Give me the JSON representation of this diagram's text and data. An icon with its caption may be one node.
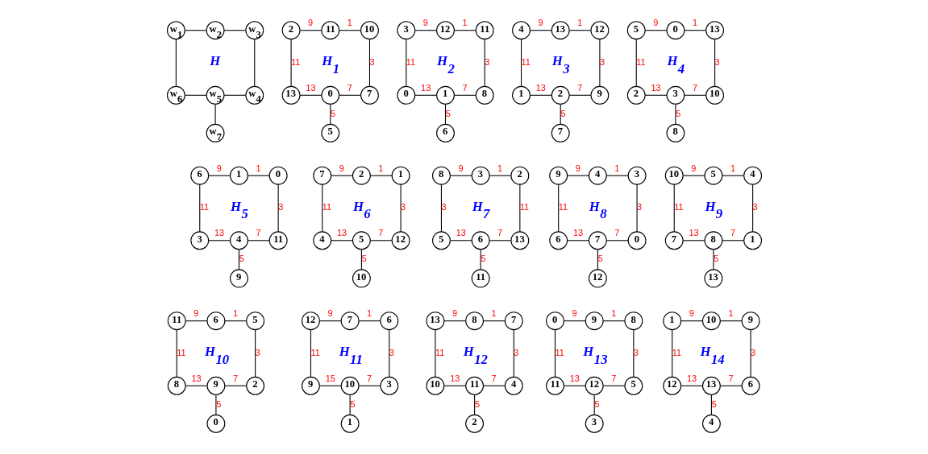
{
  "diagram": {
    "nodes": [
      {
        "text": [
          "w$_{1}$"
        ]
      },
      {
        "text": [
          "w$_{2}$"
        ]
      },
      {
        "text": [
          "w$_{3}$"
        ]
      },
      {
        "text": [
          "w$_{6}$"
        ]
      },
      {
        "text": [
          "w$_{5}$"
        ]
      },
      {
        "text": [
          "w$_{4}$"
        ]
      },
      {
        "text": [
          "w$_{7}$"
        ]
      },
      {
        "text": [
          "2"
        ]
      },
      {
        "text": [
          "11"
        ]
      },
      {
        "text": [
          "10"
        ]
      },
      {
        "text": [
          "13"
        ]
      },
      {
        "text": [
          "0"
        ]
      },
      {
        "text": [
          "7"
        ]
      },
      {
        "text": [
          "5"
        ]
      },
      {
        "text": [
          "3"
        ]
      },
      {
        "text": [
          "12"
        ]
      },
      {
        "text": [
          "11"
        ]
      },
      {
        "text": [
          "0"
        ]
      },
      {
        "text": [
          "1"
        ]
      },
      {
        "text": [
          "8"
        ]
      },
      {
        "text": [
          "6"
        ]
      },
      {
        "text": [
          "4"
        ]
      },
      {
        "text": [
          "13"
        ]
      },
      {
        "text": [
          "12"
        ]
      },
      {
        "text": [
          "1"
        ]
      },
      {
        "text": [
          "2"
        ]
      },
      {
        "text": [
          "9"
        ]
      },
      {
        "text": [
          "7"
        ]
      },
      {
        "text": [
          "5"
        ]
      },
      {
        "text": [
          "0"
        ]
      },
      {
        "text": [
          "13"
        ]
      },
      {
        "text": [
          "2"
        ]
      },
      {
        "text": [
          "3"
        ]
      },
      {
        "text": [
          "10"
        ]
      },
      {
        "text": [
          "8"
        ]
      },
      {
        "text": [
          "6"
        ]
      },
      {
        "text": [
          "1"
        ]
      },
      {
        "text": [
          "0"
        ]
      },
      {
        "text": [
          "3"
        ]
      },
      {
        "text": [
          "4"
        ]
      },
      {
        "text": [
          "11"
        ]
      },
      {
        "text": [
          "9"
        ]
      },
      {
        "text": [
          "7"
        ]
      },
      {
        "text": [
          "2"
        ]
      },
      {
        "text": [
          "1"
        ]
      },
      {
        "text": [
          "4"
        ]
      },
      {
        "text": [
          "5"
        ]
      },
      {
        "text": [
          "12"
        ]
      },
      {
        "text": [
          "10"
        ]
      },
      {
        "text": [
          "8"
        ]
      },
      {
        "text": [
          "3"
        ]
      },
      {
        "text": [
          "2"
        ]
      },
      {
        "text": [
          "5"
        ]
      },
      {
        "text": [
          "6"
        ]
      },
      {
        "text": [
          "13"
        ]
      },
      {
        "text": [
          "11"
        ]
      },
      {
        "text": [
          "9"
        ]
      },
      {
        "text": [
          "4"
        ]
      },
      {
        "text": [
          "3"
        ]
      },
      {
        "text": [
          "6"
        ]
      },
      {
        "text": [
          "7"
        ]
      },
      {
        "text": [
          "0"
        ]
      },
      {
        "text": [
          "12"
        ]
      },
      {
        "text": [
          "10"
        ]
      },
      {
        "text": [
          "5"
        ]
      },
      {
        "text": [
          "4"
        ]
      },
      {
        "text": [
          "7"
        ]
      },
      {
        "text": [
          "8"
        ]
      },
      {
        "text": [
          "1"
        ]
      },
      {
        "text": [
          "13"
        ]
      },
      {
        "text": [
          "11"
        ]
      },
      {
        "text": [
          "6"
        ]
      },
      {
        "text": [
          "5"
        ]
      },
      {
        "text": [
          "8"
        ]
      },
      {
        "text": [
          "9"
        ]
      },
      {
        "text": [
          "2"
        ]
      },
      {
        "text": [
          "0"
        ]
      },
      {
        "text": [
          "12"
        ]
      },
      {
        "text": [
          "7"
        ]
      },
      {
        "text": [
          "6"
        ]
      },
      {
        "text": [
          "9"
        ]
      },
      {
        "text": [
          "10"
        ]
      },
      {
        "text": [
          "3"
        ]
      },
      {
        "text": [
          "1"
        ]
      },
      {
        "text": [
          "13"
        ]
      },
      {
        "text": [
          "8"
        ]
      },
      {
        "text": [
          "7"
        ]
      },
      {
        "text": [
          "10"
        ]
      },
      {
        "text": [
          "11"
        ]
      },
      {
        "text": [
          "4"
        ]
      },
      {
        "text": [
          "2"
        ]
      },
      {
        "text": [
          "0"
        ]
      },
      {
        "text": [
          "9"
        ]
      },
      {
        "text": [
          "8"
        ]
      },
      {
        "text": [
          "11"
        ]
      },
      {
        "text": [
          "12"
        ]
      },
      {
        "text": [
          "5"
        ]
      },
      {
        "text": [
          "3"
        ]
      },
      {
        "text": [
          "1"
        ]
      },
      {
        "text": [
          "10"
        ]
      },
      {
        "text": [
          "9"
        ]
      },
      {
        "text": [
          "12"
        ]
      },
      {
        "text": [
          "13"
        ]
      },
      {
        "text": [
          "6"
        ]
      },
      {
        "text": [
          "4"
        ]
      }
    ],
    "edges": [
      {
        "from": 0,
        "to": 1,
        "arrow": "none"
      },
      {
        "from": 1,
        "to": 2,
        "arrow": "none"
      },
      {
        "from": 0,
        "to": 3,
        "arrow": "none"
      },
      {
        "from": 2,
        "to": 5,
        "arrow": "none"
      },
      {
        "from": 3,
        "to": 4,
        "arrow": "none"
      },
      {
        "from": 4,
        "to": 5,
        "arrow": "none"
      },
      {
        "from": 4,
        "to": 6,
        "arrow": "none"
      },
      {
        "from": 7,
        "to": 8,
        "arrow": "none",
        "label": "9"
      },
      {
        "from": 8,
        "to": 9,
        "arrow": "none",
        "label": "1"
      },
      {
        "from": 7,
        "to": 10,
        "arrow": "none",
        "label": "11"
      },
      {
        "from": 9,
        "to": 12,
        "arrow": "none",
        "label": "3"
      },
      {
        "from": 10,
        "to": 11,
        "arrow": "none",
        "label": "13"
      },
      {
        "from": 11,
        "to": 12,
        "arrow": "none",
        "label": "7"
      },
      {
        "from": 11,
        "to": 13,
        "arrow": "none",
        "label": "5"
      },
      {
        "from": 14,
        "to": 15,
        "arrow": "none",
        "label": "9"
      },
      {
        "from": 15,
        "to": 16,
        "arrow": "none",
        "label": "1"
      },
      {
        "from": 14,
        "to": 17,
        "arrow": "none",
        "label": "11"
      },
      {
        "from": 16,
        "to": 19,
        "arrow": "none",
        "label": "3"
      },
      {
        "from": 17,
        "to": 18,
        "arrow": "none",
        "label": "13"
      },
      {
        "from": 18,
        "to": 19,
        "arrow": "none",
        "label": "7"
      },
      {
        "from": 18,
        "to": 20,
        "arrow": "none",
        "label": "5"
      },
      {
        "from": 21,
        "to": 22,
        "arrow": "none",
        "label": "9"
      },
      {
        "from": 22,
        "to": 23,
        "arrow": "none",
        "label": "1"
      },
      {
        "from": 21,
        "to": 24,
        "arrow": "none",
        "label": "11"
      },
      {
        "from": 23,
        "to": 26,
        "arrow": "none",
        "label": "3"
      },
      {
        "from": 24,
        "to": 25,
        "arrow": "none",
        "label": "13"
      },
      {
        "from": 25,
        "to": 26,
        "arrow": "none",
        "label": "7"
      },
      {
        "from": 25,
        "to": 27,
        "arrow": "none",
        "label": "5"
      },
      {
        "from": 28,
        "to": 29,
        "arrow": "none",
        "label": "9"
      },
      {
        "from": 29,
        "to": 30,
        "arrow": "none",
        "label": "1"
      },
      {
        "from": 28,
        "to": 31,
        "arrow": "none",
        "label": "11"
      },
      {
        "from": 30,
        "to": 33,
        "arrow": "none",
        "label": "3"
      },
      {
        "from": 31,
        "to": 32,
        "arrow": "none",
        "label": "13"
      },
      {
        "from": 32,
        "to": 33,
        "arrow": "none",
        "label": "7"
      },
      {
        "from": 32,
        "to": 34,
        "arrow": "none",
        "label": "5"
      },
      {
        "from": 35,
        "to": 36,
        "arrow": "none",
        "label": "9"
      },
      {
        "from": 36,
        "to": 37,
        "arrow": "none",
        "label": "1"
      },
      {
        "from": 35,
        "to": 38,
        "arrow": "none",
        "label": "11"
      },
      {
        "from": 37,
        "to": 40,
        "arrow": "none",
        "label": "3"
      },
      {
        "from": 38,
        "to": 39,
        "arrow": "none",
        "label": "13"
      },
      {
        "from": 39,
        "to": 40,
        "arrow": "none",
        "label": "7"
      },
      {
        "from": 39,
        "to": 41,
        "arrow": "none",
        "label": "5"
      },
      {
        "from": 42,
        "to": 43,
        "arrow": "none",
        "label": "9"
      },
      {
        "from": 43,
        "to": 44,
        "arrow": "none",
        "label": "1"
      },
      {
        "from": 42,
        "to": 45,
        "arrow": "none",
        "label": "11"
      },
      {
        "from": 44,
        "to": 47,
        "arrow": "none",
        "label": "3"
      },
      {
        "from": 45,
        "to": 46,
        "arrow": "none",
        "label": "13"
      },
      {
        "from": 46,
        "to": 47,
        "arrow": "none",
        "label": "7"
      },
      {
        "from": 46,
        "to": 48,
        "arrow": "none",
        "label": "5"
      },
      {
        "from": 49,
        "to": 50,
        "arrow": "none",
        "label": "9"
      },
      {
        "from": 50,
        "to": 51,
        "arrow": "none",
        "label": "1"
      },
      {
        "from": 49,
        "to": 52,
        "arrow": "none",
        "label": "3"
      },
      {
        "from": 51,
        "to": 54,
        "arrow": "none",
        "label": "11"
      },
      {
        "from": 52,
        "to": 53,
        "arrow": "none",
        "label": "13"
      },
      {
        "from": 53,
        "to": 54,
        "arrow": "none",
        "label": "7"
      },
      {
        "from": 53,
        "to": 55,
        "arrow": "none",
        "label": "5"
      },
      {
        "from": 56,
        "to": 57,
        "arrow": "none",
        "label": "9"
      },
      {
        "from": 57,
        "to": 58,
        "arrow": "none",
        "label": "1"
      },
      {
        "from": 56,
        "to": 59,
        "arrow": "none",
        "label": "11"
      },
      {
        "from": 58,
        "to": 61,
        "arrow": "none",
        "label": "3"
      },
      {
        "from": 59,
        "to": 60,
        "arrow": "none",
        "label": "13"
      },
      {
        "from": 60,
        "to": 61,
        "arrow": "none",
        "label": "7"
      },
      {
        "from": 60,
        "to": 62,
        "arrow": "none",
        "label": "5"
      },
      {
        "from": 63,
        "to": 64,
        "arrow": "none",
        "label": "9"
      },
      {
        "from": 64,
        "to": 65,
        "arrow": "none",
        "label": "1"
      },
      {
        "from": 63,
        "to": 66,
        "arrow": "none",
        "label": "11"
      },
      {
        "from": 65,
        "to": 68,
        "arrow": "none",
        "label": "3"
      },
      {
        "from": 66,
        "to": 67,
        "arrow": "none",
        "label": "13"
      },
      {
        "from": 67,
        "to": 68,
        "arrow": "none",
        "label": "7"
      },
      {
        "from": 67,
        "to": 69,
        "arrow": "none",
        "label": "5"
      },
      {
        "from": 70,
        "to": 71,
        "arrow": "none",
        "label": "9"
      },
      {
        "from": 71,
        "to": 72,
        "arrow": "none",
        "label": "1"
      },
      {
        "from": 70,
        "to": 73,
        "arrow": "none",
        "label": "11"
      },
      {
        "from": 72,
        "to": 75,
        "arrow": "none",
        "label": "3"
      },
      {
        "from": 73,
        "to": 74,
        "arrow": "none",
        "label": "13"
      },
      {
        "from": 74,
        "to": 75,
        "arrow": "none",
        "label": "7"
      },
      {
        "from": 74,
        "to": 76,
        "arrow": "none",
        "label": "5"
      },
      {
        "from": 77,
        "to": 78,
        "arrow": "none",
        "label": "9"
      },
      {
        "from": 78,
        "to": 79,
        "arrow": "none",
        "label": "1"
      },
      {
        "from": 77,
        "to": 80,
        "arrow": "none",
        "label": "11"
      },
      {
        "from": 79,
        "to": 82,
        "arrow": "none",
        "label": "3"
      },
      {
        "from": 80,
        "to": 81,
        "arrow": "none",
        "label": "15"
      },
      {
        "from": 81,
        "to": 82,
        "arrow": "none",
        "label": "7"
      },
      {
        "from": 81,
        "to": 83,
        "arrow": "none",
        "label": "5"
      },
      {
        "from": 84,
        "to": 85,
        "arrow": "none",
        "label": "9"
      },
      {
        "from": 85,
        "to": 86,
        "arrow": "none",
        "label": "1"
      },
      {
        "from": 84,
        "to": 87,
        "arrow": "none",
        "label": "11"
      },
      {
        "from": 86,
        "to": 89,
        "arrow": "none",
        "label": "3"
      },
      {
        "from": 87,
        "to": 88,
        "arrow": "none",
        "label": "13"
      },
      {
        "from": 88,
        "to": 89,
        "arrow": "none",
        "label": "7"
      },
      {
        "from": 88,
        "to": 90,
        "arrow": "none",
        "label": "5"
      },
      {
        "from": 91,
        "to": 92,
        "arrow": "none",
        "label": "9"
      },
      {
        "from": 92,
        "to": 93,
        "arrow": "none",
        "label": "1"
      },
      {
        "from": 91,
        "to": 94,
        "arrow": "none",
        "label": "11"
      },
      {
        "from": 93,
        "to": 96,
        "arrow": "none",
        "label": "3"
      },
      {
        "from": 94,
        "to": 95,
        "arrow": "none",
        "label": "13"
      },
      {
        "from": 95,
        "to": 96,
        "arrow": "none",
        "label": "7"
      },
      {
        "from": 95,
        "to": 97,
        "arrow": "none",
        "label": "5"
      },
      {
        "from": 98,
        "to": 99,
        "arrow": "none",
        "label": "9"
      },
      {
        "from": 99,
        "to": 100,
        "arrow": "none",
        "label": "1"
      },
      {
        "from": 98,
        "to": 101,
        "arrow": "none",
        "label": "11"
      },
      {
        "from": 100,
        "to": 103,
        "arrow": "none",
        "label": "3"
      },
      {
        "from": 101,
        "to": 102,
        "arrow": "none",
        "label": "13"
      },
      {
        "from": 102,
        "to": 103,
        "arrow": "none",
        "label": "7"
      },
      {
        "from": 102,
        "to": 104,
        "arrow": "none",
        "label": "5"
      }
    ],
    "labels": [
      "H",
      "H$_{1}$",
      "H$_{2}$",
      "H$_{3}$",
      "H$_{4}$",
      "H$_{5}$",
      "H$_{6}$",
      "H$_{7}$",
      "H$_{8}$",
      "H$_{9}$",
      "H$_{10}$",
      "H$_{11}$",
      "H$_{12}$",
      "H$_{13}$",
      "H$_{14}$"
    ]
  }
}
